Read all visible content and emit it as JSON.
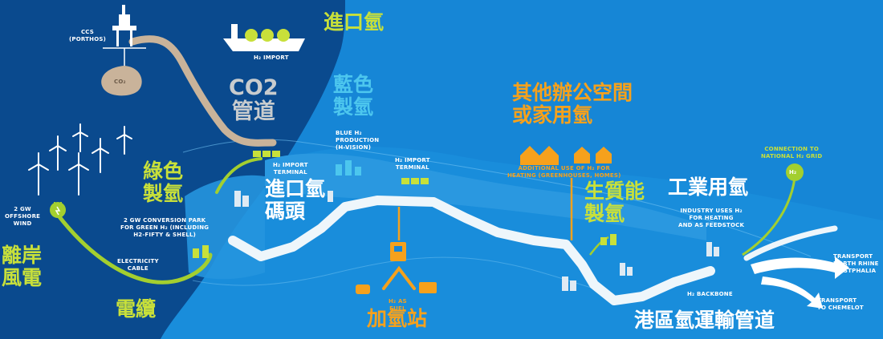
{
  "labels": {
    "h2_import_zh": "進口氫",
    "co2_line1": "CO2",
    "co2_line2": "管道",
    "blue_line1": "藍色",
    "blue_line2": "製氫",
    "other_line1": "其他辦公空間",
    "other_line2": "或家用氫",
    "green_line1": "綠色",
    "green_line2": "製氫",
    "terminal_line1": "進口氫",
    "terminal_line2": "碼頭",
    "bio_line1": "生質能",
    "bio_line2": "製氫",
    "industry_zh": "工業用氫",
    "offshore_line1": "離岸",
    "offshore_line2": "風電",
    "cable_zh": "電纜",
    "station_zh": "加氫站",
    "port_pipeline_zh": "港區氫運輸管道"
  },
  "captions": {
    "ccs_line1": "CCS",
    "ccs_line2": "(PORTHOS)",
    "h2_import_ship": "H₂ IMPORT",
    "blue_prod_line1": "BLUE H₂",
    "blue_prod_line2": "PRODUCTION",
    "blue_prod_line3": "(H-VISION)",
    "import_terminal_a_line1": "H₂ IMPORT",
    "import_terminal_a_line2": "TERMINAL",
    "import_terminal_b_line1": "H₂ IMPORT",
    "import_terminal_b_line2": "TERMINAL",
    "additional_line1": "ADDITIONAL USE OF H₂ FOR",
    "additional_line2": "HEATING (GREENHOUSES, HOMES)",
    "grid_line1": "CONNECTION TO",
    "grid_line2": "NATIONAL H₂ GRID",
    "wind_line1": "2 GW",
    "wind_line2": "OFFSHORE",
    "wind_line3": "WIND",
    "conversion_line1": "2 GW CONVERSION PARK",
    "conversion_line2": "FOR GREEN H₂ (INCLUDING",
    "conversion_line3": "H2-FIFTY & SHELL)",
    "elec_cable_line1": "ELECTRICITY",
    "elec_cable_line2": "CABLE",
    "industry_line1": "INDUSTRY USES H₂",
    "industry_line2": "FOR HEATING",
    "industry_line3": "AND AS FEEDSTOCK",
    "backbone": "H₂ BACKBONE",
    "h2_as_fuel_line1": "H₂ AS",
    "h2_as_fuel_line2": "FUEL",
    "transport_nrw_line1": "TRANSPORT",
    "transport_nrw_line2": "NORTH RHINE",
    "transport_nrw_line3": "WESTPHALIA",
    "transport_chemelot_line1": "TRANSPORT",
    "transport_chemelot_line2": "TO CHEMELOT",
    "grid_badge": "H₂",
    "co2_bubble": "CO₂"
  },
  "colors": {
    "sea_deep": "#0a4a8e",
    "land": "#1686d6",
    "harbor_water": "#2a98e0",
    "pipeline": "#eef6fb",
    "label_green": "#c8e03a",
    "label_orange": "#f6a11c",
    "label_grey": "#c8ccce",
    "label_cyan": "#4cc6ee",
    "co2_pipe": "#c9b39a",
    "grid_green": "#a3cf2f"
  }
}
